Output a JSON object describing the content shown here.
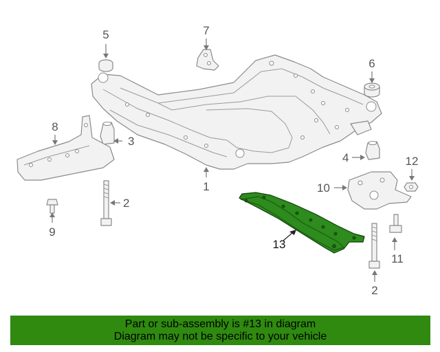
{
  "diagram": {
    "callouts": [
      "1",
      "2",
      "3",
      "4",
      "5",
      "6",
      "7",
      "8",
      "9",
      "10",
      "11",
      "12",
      "13",
      "2"
    ],
    "highlighted_part": "13",
    "highlight_color": "#2e8b1e"
  },
  "banner": {
    "line1": "Part or sub-assembly is #13 in diagram",
    "line2": "Diagram may not be specific to your vehicle",
    "color": "#2f8a0f"
  }
}
